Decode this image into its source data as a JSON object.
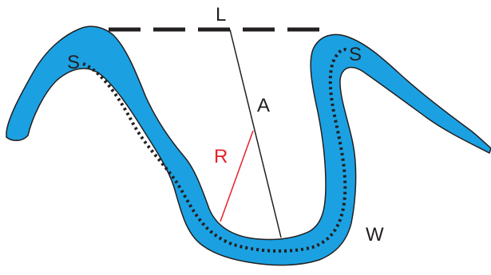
{
  "labels": {
    "wavelength": "L",
    "amplitude": "A",
    "radius": "R",
    "width": "W",
    "sinuosity_left": "S",
    "sinuosity_right": "S"
  },
  "colors": {
    "river_fill": "#1ba1e2",
    "outline": "#231f20",
    "radius_line": "#e8202a",
    "text": "#231f20"
  }
}
